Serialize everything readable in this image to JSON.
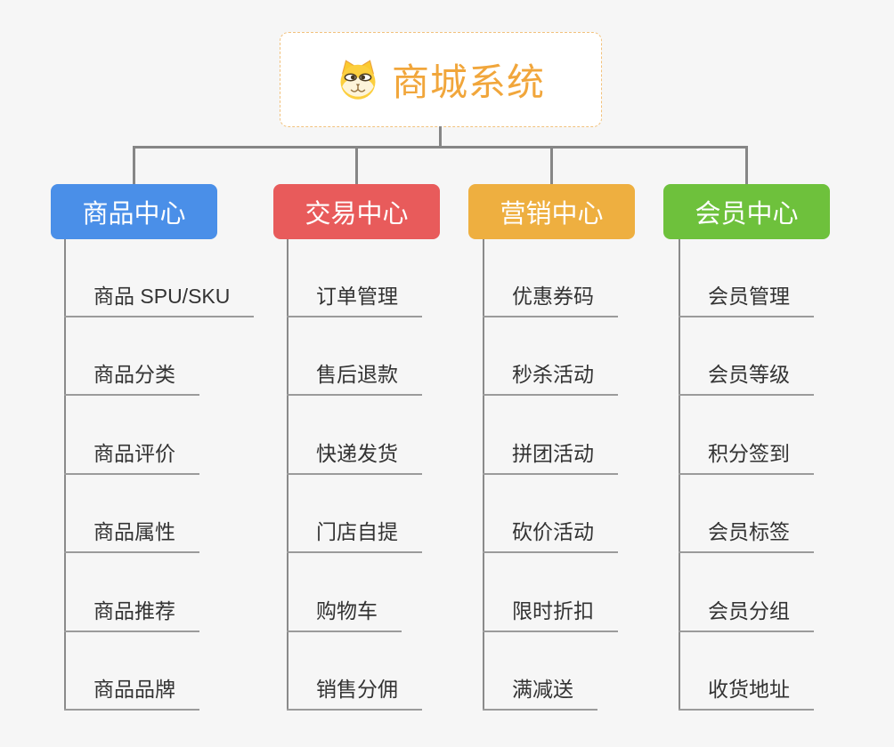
{
  "root": {
    "label": "商城系统",
    "icon": "dog-face-icon",
    "text_color": "#f1a63b",
    "border_color": "#f2c27d"
  },
  "colors": {
    "connector": "#868686",
    "leaf_underline": "#9b9b9b",
    "leaf_text": "#333333",
    "background": "#f6f6f6"
  },
  "branches": [
    {
      "label": "商品中心",
      "color": "#4a8fe8",
      "children": [
        "商品 SPU/SKU",
        "商品分类",
        "商品评价",
        "商品属性",
        "商品推荐",
        "商品品牌"
      ]
    },
    {
      "label": "交易中心",
      "color": "#e85b5b",
      "children": [
        "订单管理",
        "售后退款",
        "快递发货",
        "门店自提",
        "购物车",
        "销售分佣"
      ]
    },
    {
      "label": "营销中心",
      "color": "#eeaf40",
      "children": [
        "优惠券码",
        "秒杀活动",
        "拼团活动",
        "砍价活动",
        "限时折扣",
        "满减送"
      ]
    },
    {
      "label": "会员中心",
      "color": "#6ec13c",
      "children": [
        "会员管理",
        "会员等级",
        "积分签到",
        "会员标签",
        "会员分组",
        "收货地址"
      ]
    }
  ]
}
